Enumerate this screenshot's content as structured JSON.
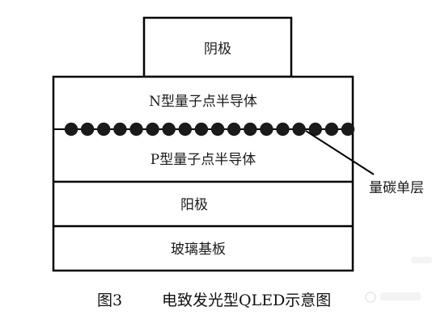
{
  "layers": {
    "cathode": {
      "label": "阴极"
    },
    "n_type": {
      "label": "N型量子点半导体"
    },
    "p_type": {
      "label": "P型量子点半导体"
    },
    "anode": {
      "label": "阳极"
    },
    "substrate": {
      "label": "玻璃基板"
    }
  },
  "callout": {
    "label": "量碳单层"
  },
  "caption": {
    "figure_no": "图3",
    "title": "电致发光型QLED示意图"
  },
  "style": {
    "line_color": "#000000",
    "dot_color": "#1a1a1a"
  }
}
